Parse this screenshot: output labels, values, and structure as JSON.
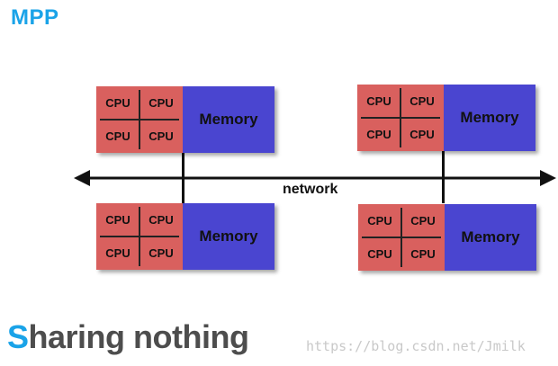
{
  "title": "MPP",
  "cpu_label": "CPU",
  "memory_label": "Memory",
  "network_label": "network",
  "footer": {
    "first_letter": "S",
    "rest": "haring nothing"
  },
  "watermark": "https://blog.csdn.net/Jmilk",
  "colors": {
    "cpu": "#d9605e",
    "memory": "#4a45d0",
    "accent": "#1aa3e8"
  }
}
